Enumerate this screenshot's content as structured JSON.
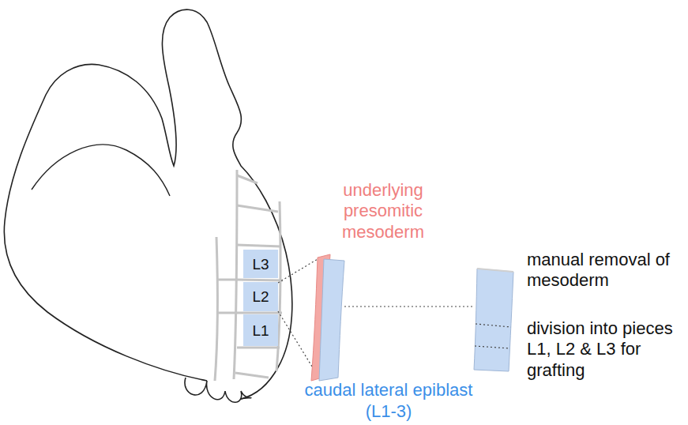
{
  "diagram": {
    "nodes": [
      {
        "text": [
          "L3"
        ]
      },
      {
        "text": [
          "L2"
        ]
      },
      {
        "text": [
          "L1"
        ]
      }
    ],
    "labels": [
      "underlying presomitic mesoderm",
      "caudal lateral epiblast (L1-3)",
      "manual removal of mesoderm",
      "division into pieces L1, L2 & L3 for grafting"
    ]
  }
}
